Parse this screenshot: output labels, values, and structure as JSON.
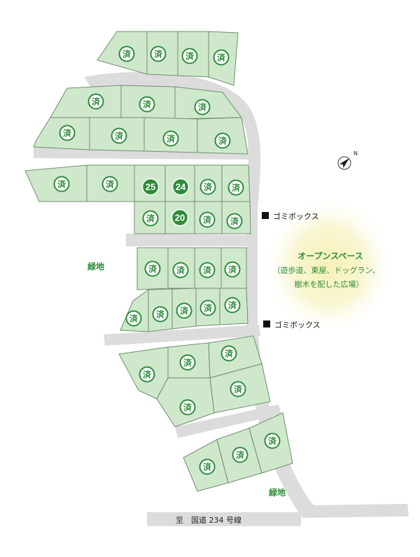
{
  "lots": [
    {
      "label": "済",
      "status": "sold"
    },
    {
      "label": "済",
      "status": "sold"
    },
    {
      "label": "済",
      "status": "sold"
    },
    {
      "label": "済",
      "status": "sold"
    },
    {
      "label": "済",
      "status": "sold"
    },
    {
      "label": "済",
      "status": "sold"
    },
    {
      "label": "済",
      "status": "sold"
    },
    {
      "label": "済",
      "status": "sold"
    },
    {
      "label": "済",
      "status": "sold"
    },
    {
      "label": "済",
      "status": "sold"
    },
    {
      "label": "済",
      "status": "sold"
    },
    {
      "label": "済",
      "status": "sold"
    },
    {
      "label": "済",
      "status": "sold"
    },
    {
      "label": "25",
      "status": "available"
    },
    {
      "label": "24",
      "status": "available"
    },
    {
      "label": "済",
      "status": "sold"
    },
    {
      "label": "済",
      "status": "sold"
    },
    {
      "label": "済",
      "status": "sold"
    },
    {
      "label": "20",
      "status": "available"
    },
    {
      "label": "済",
      "status": "sold"
    },
    {
      "label": "済",
      "status": "sold"
    },
    {
      "label": "済",
      "status": "sold"
    },
    {
      "label": "済",
      "status": "sold"
    },
    {
      "label": "済",
      "status": "sold"
    },
    {
      "label": "済",
      "status": "sold"
    },
    {
      "label": "済",
      "status": "sold"
    },
    {
      "label": "済",
      "status": "sold"
    },
    {
      "label": "済",
      "status": "sold"
    },
    {
      "label": "済",
      "status": "sold"
    },
    {
      "label": "済",
      "status": "sold"
    },
    {
      "label": "済",
      "status": "sold"
    },
    {
      "label": "済",
      "status": "sold"
    },
    {
      "label": "済",
      "status": "sold"
    },
    {
      "label": "済",
      "status": "sold"
    },
    {
      "label": "済",
      "status": "sold"
    },
    {
      "label": "済",
      "status": "sold"
    },
    {
      "label": "済",
      "status": "sold"
    },
    {
      "label": "済",
      "status": "sold"
    }
  ],
  "labels": {
    "garbage_box_1": "ゴミボックス",
    "garbage_box_2": "ゴミボックス",
    "open_space_title": "オープンスペース",
    "open_space_desc_1": "（遊歩道、東屋、ドッグラン、",
    "open_space_desc_2": "樹木を配した広場）",
    "green_left": "緑地",
    "green_bottom": "緑地",
    "road_label": "至　国道 234 号線",
    "compass": "N"
  },
  "colors": {
    "lot_fill": "#cfe8cc",
    "lot_border": "#6f8d6d",
    "road": "#dcdcdc",
    "accent_green": "#2d8d3a",
    "open_space_glow": "#f3eeb2"
  }
}
